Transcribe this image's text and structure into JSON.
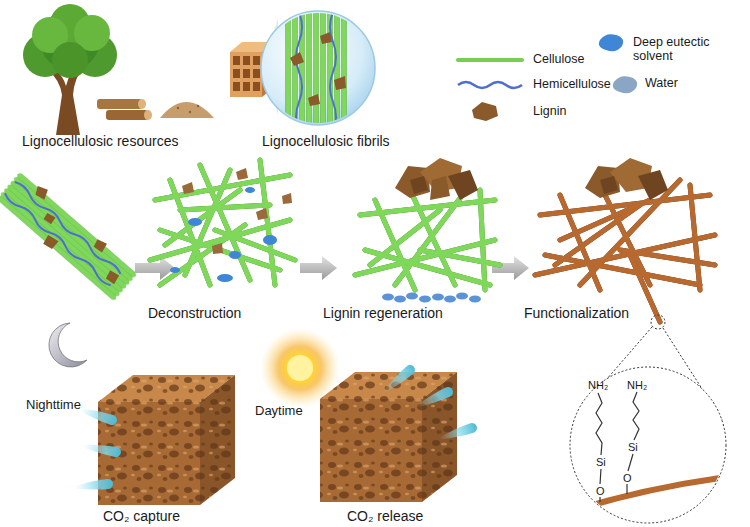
{
  "diagram": {
    "labels": [
      "Lignocellulosic resources",
      "Lignocellulosic fibrils",
      "Deconstruction",
      "Lignin regeneration",
      "Functionalization",
      "Nighttime",
      "Daytime",
      "CO₂ capture",
      "CO₂ release",
      "NH₂",
      "NH₂",
      "Si",
      "Si",
      "O",
      "O"
    ],
    "legend": [
      {
        "text": "Cellulose"
      },
      {
        "text": "Hemicellulose"
      },
      {
        "text": "Lignin"
      },
      {
        "text": "Deep eutectic solvent"
      },
      {
        "text": "Water"
      }
    ]
  }
}
